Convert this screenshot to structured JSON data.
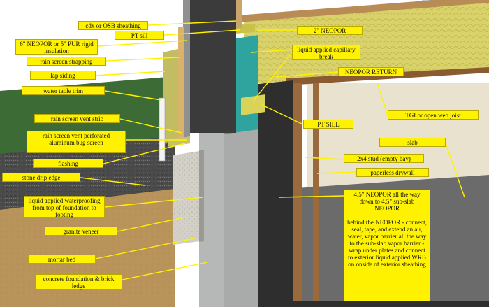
{
  "callouts": {
    "cdx_sheathing": "cdx or OSB sheathing",
    "pt_sill_top": "PT sill",
    "neopor_2in": "2\" NEOPOR",
    "rigid_insulation": "6\" NEOPOR or 5\" PUR  rigid insulation",
    "capillary_break": "liquid applied capillary break",
    "rain_screen_strapping": "rain screen strapping",
    "lap_siding": "lap siding",
    "neopor_return": "NEOPOR RETURN",
    "water_table_trim": "water table trim",
    "tgi_joist": "TGI or open web joist",
    "rain_screen_vent_strip": "rain screen vent strip",
    "pt_sill_lower": "PT SILL",
    "slab": "slab",
    "bug_screen": "rain screen vent perforated aluminum bug screen",
    "stud_empty_bay": "2x4 stud (empty bay)",
    "flashing": "flashing",
    "paperless_drywall": "paperless drywall",
    "stone_drip_edge": "stone drip edge",
    "waterproofing": "liquid applied waterproofing from top of foundation to footing",
    "neopor_subslab": "4.5\" NEOPOR all the way down to 4.5\" sub-slab NEOPOR\n\nbehind the NEOPOR - connect, seal, tape, and extend an air, water, vapor barrier all the way to the sub-slab vapor barrier - wrap under plates and connect to exterior liquid applied WRB on onside of exterior sheathing",
    "granite_veneer": "granite veneer",
    "mortar_bed": "mortar bed",
    "foundation": "concrete foundation & brick ledge"
  },
  "colors": {
    "callout_fill": "#fff200",
    "insulation_yellow": "#d6cf5a",
    "sky": "#ffffff",
    "lawn": "#3d6b35",
    "gravel": "#4a4a4a",
    "soil": "#b8935a",
    "concrete": "#b6b8b8",
    "neopor_black": "#2e2e2e",
    "capillary_break_teal": "#2fa39e",
    "drywall_beige": "#e8e2cf",
    "stud_brown": "#9b6a3c"
  }
}
